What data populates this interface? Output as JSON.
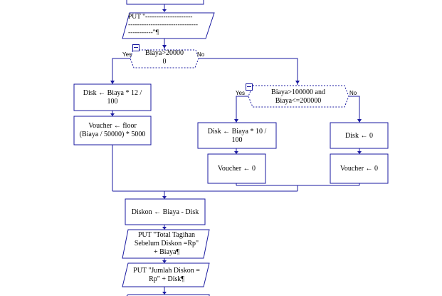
{
  "flowchart": {
    "put_dashes": "PUT \"---------------------\n-------------------------------\n-----------\"¶",
    "decision1": "Biaya>20000\n0",
    "decision1_yes": "Yes",
    "decision1_no": "No",
    "disk12": "Disk ← Biaya * 12 /\n100",
    "voucher_floor": "Voucher ← floor\n(Biaya / 50000) * 5000",
    "decision2": "Biaya>100000 and\nBiaya<=200000",
    "decision2_yes": "Yes",
    "decision2_no": "No",
    "disk10": "Disk ← Biaya * 10 /\n100",
    "disk0": "Disk ← 0",
    "voucher0_a": "Voucher ← 0",
    "voucher0_b": "Voucher ← 0",
    "diskon": "Diskon ← Biaya - Disk",
    "put_total": "PUT \"Total Tagihan\nSebelum Diskon =Rp\"\n+ Biaya¶",
    "put_jumlah": "PUT \"Jumlah Diskon =\nRp\" + Disk¶"
  },
  "colors": {
    "stroke": "#1a1aa0",
    "text": "#000000",
    "background": "#ffffff"
  }
}
